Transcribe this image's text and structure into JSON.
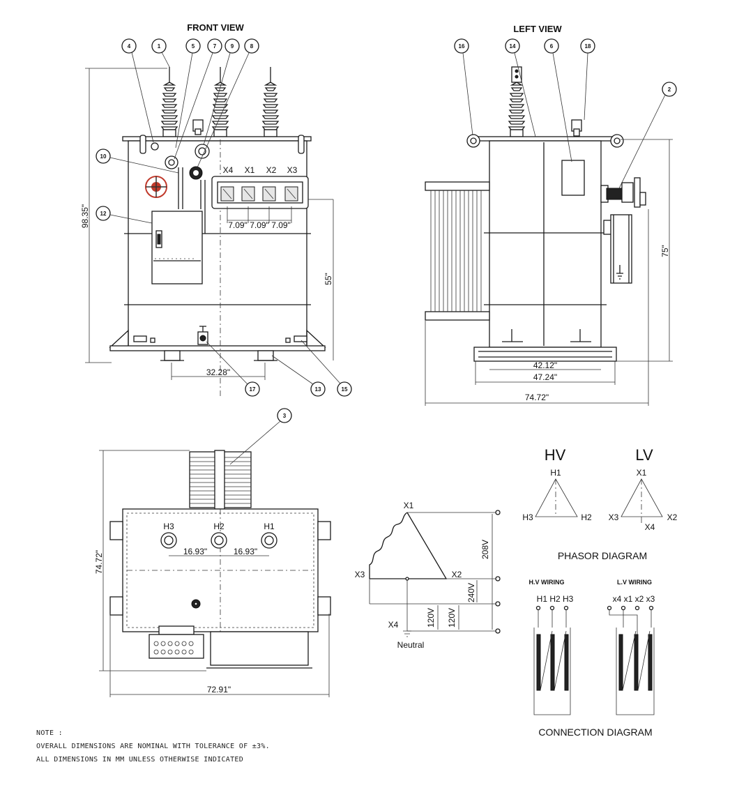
{
  "views": {
    "front": {
      "title": "FRONT VIEW"
    },
    "left": {
      "title": "LEFT VIEW"
    }
  },
  "callouts": [
    "4",
    "1",
    "5",
    "7",
    "9",
    "8",
    "10",
    "12",
    "17",
    "13",
    "15",
    "16",
    "14",
    "6",
    "18",
    "2",
    "3"
  ],
  "front_terminals": [
    "X4",
    "X1",
    "X2",
    "X3"
  ],
  "dimensions": {
    "front_height": "98.35\"",
    "lv_spacing": [
      "7.09\"",
      "7.09\"",
      "7.09\""
    ],
    "lv_height": "55\"",
    "base_width": "32.28\"",
    "left_height": "75\"",
    "left_w1": "42.12\"",
    "left_w2": "47.24\"",
    "left_w3": "74.72\"",
    "top_depth": "74.72\"",
    "hv_spacing1": "16.93\"",
    "hv_spacing2": "16.93\"",
    "top_width": "72.91\""
  },
  "top_bushings": [
    "H3",
    "H2",
    "H1"
  ],
  "schematic": {
    "x1": "X1",
    "x2": "X2",
    "x3": "X3",
    "x4": "X4",
    "v208": "208V",
    "v240": "240V",
    "v120a": "120V",
    "v120b": "120V",
    "neutral": "Neutral"
  },
  "phasor": {
    "hv_title": "HV",
    "lv_title": "LV",
    "h1": "H1",
    "h2": "H2",
    "h3": "H3",
    "x1": "X1",
    "x2": "X2",
    "x3": "X3",
    "x4": "X4",
    "caption": "PHASOR DIAGRAM"
  },
  "connection": {
    "hv_title": "H.V  WIRING",
    "lv_title": "L.V  WIRING",
    "hv_terms": "H1 H2 H3",
    "lv_terms": "x4  x1  x2  x3",
    "caption": "CONNECTION DIAGRAM"
  },
  "notes": [
    "NOTE :",
    "OVERALL DIMENSIONS ARE NOMINAL WITH TOLERANCE OF ±3%.",
    "ALL DIMENSIONS IN MM UNLESS OTHERWISE INDICATED"
  ]
}
